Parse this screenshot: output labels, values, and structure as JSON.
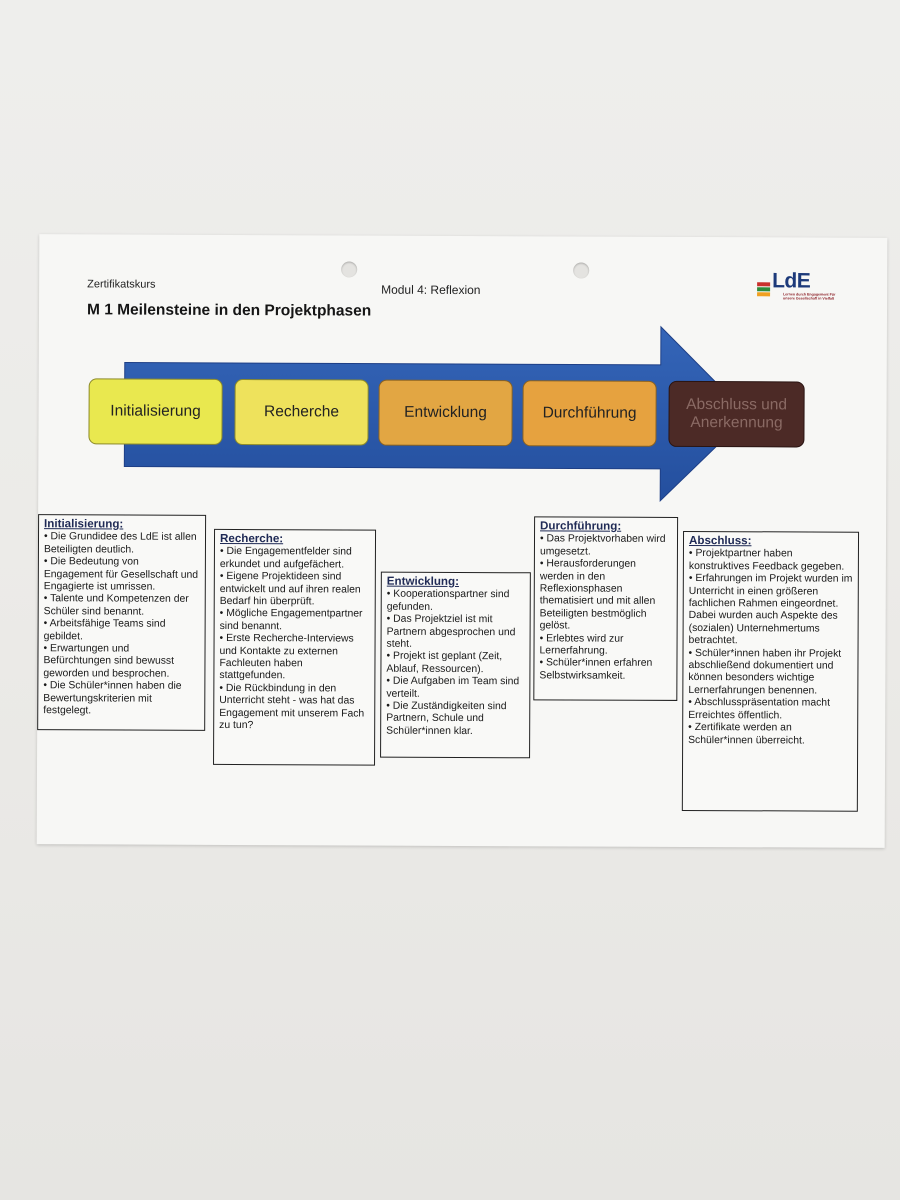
{
  "header": {
    "course": "Zertifikatskurs",
    "module": "Modul 4: Reflexion",
    "title": "M 1 Meilensteine in den Projektphasen"
  },
  "logo": {
    "text": "LdE",
    "subtitle": "Lernen durch Engagement Für unsere Gesellschaft in Vielfalt",
    "bar_colors": [
      "#c9302c",
      "#2e8b3a",
      "#f0a020"
    ]
  },
  "colors": {
    "arrow": "#2a55a8",
    "arrow_dark": "#1e3f86",
    "initialisierung": "#e9e84f",
    "recherche": "#eee25c",
    "entwicklung": "#e2a643",
    "durchfuehrung": "#e6a23f",
    "abschluss": "#4c2a26"
  },
  "phases": [
    "Initialisierung",
    "Recherche",
    "Entwicklung",
    "Durchführung",
    "Abschluss und Anerkennung"
  ],
  "boxes": {
    "initialisierung": {
      "heading": "Initialisierung:",
      "items": [
        "• Die Grundidee des LdE ist allen Beteiligten deutlich.",
        "• Die Bedeutung von Engagement für Gesellschaft und Engagierte ist umrissen.",
        "• Talente und Kompetenzen der Schüler sind benannt.",
        "• Arbeitsfähige Teams sind gebildet.",
        "• Erwartungen und Befürchtungen sind bewusst geworden und besprochen.",
        "• Die Schüler*innen haben die Bewertungskriterien mit festgelegt."
      ]
    },
    "recherche": {
      "heading": "Recherche:",
      "items": [
        "• Die Engagementfelder sind erkundet und aufgefächert.",
        "• Eigene Projektideen sind entwickelt und auf ihren realen Bedarf hin überprüft.",
        "• Mögliche Engagementpartner sind benannt.",
        "• Erste Recherche-Interviews und Kontakte zu externen Fachleuten haben stattgefunden.",
        "• Die Rückbindung in den Unterricht steht - was hat das Engagement mit unserem Fach zu tun?"
      ]
    },
    "entwicklung": {
      "heading": "Entwicklung:",
      "items": [
        "• Kooperationspartner sind gefunden.",
        "• Das Projektziel ist mit Partnern abgesprochen und steht.",
        "• Projekt ist geplant (Zeit, Ablauf, Ressourcen).",
        "• Die Aufgaben im Team sind verteilt.",
        "• Die Zuständigkeiten sind Partnern, Schule und Schüler*innen klar."
      ]
    },
    "durchfuehrung": {
      "heading": "Durchführung:",
      "items": [
        "• Das Projektvorhaben wird umgesetzt.",
        "• Herausforderungen werden in den Reflexionsphasen thematisiert und mit allen Beteiligten bestmöglich gelöst.",
        "• Erlebtes wird zur Lernerfahrung.",
        "• Schüler*innen erfahren Selbstwirksamkeit."
      ]
    },
    "abschluss": {
      "heading": "Abschluss:",
      "items": [
        "• Projektpartner haben konstruktives Feedback gegeben.",
        "• Erfahrungen im Projekt wurden im Unterricht in einen größeren fachlichen Rahmen eingeordnet. Dabei wurden auch Aspekte des (sozialen) Unternehmertums betrachtet.",
        "• Schüler*innen haben ihr Projekt abschließend dokumentiert und können besonders wichtige Lernerfahrungen benennen.",
        "• Abschlusspräsentation macht Erreichtes öffentlich.",
        "• Zertifikate werden an Schüler*innen überreicht."
      ]
    }
  }
}
